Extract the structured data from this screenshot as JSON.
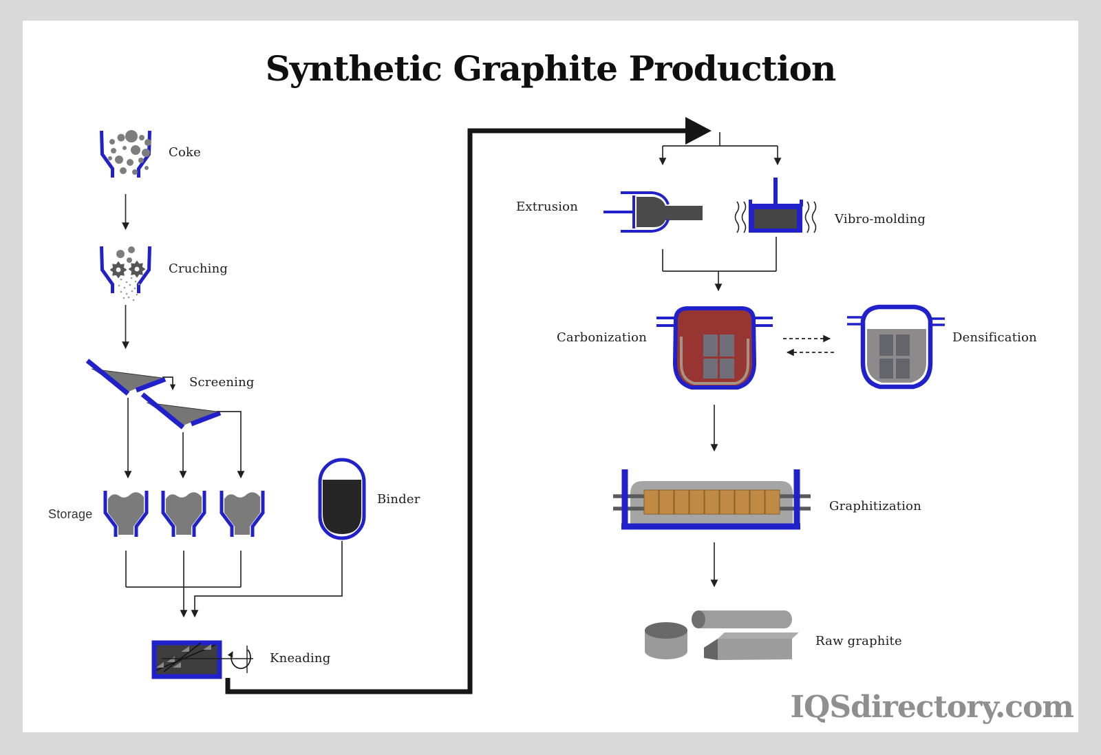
{
  "title": "Synthetic Graphite Production",
  "watermark": "IQSdirectory.com",
  "labels": {
    "coke": "Coke",
    "crushing": "Cruching",
    "screening": "Screening",
    "storage": "Storage",
    "binder": "Binder",
    "kneading": "Kneading",
    "extrusion": "Extrusion",
    "vibro_molding": "Vibro-molding",
    "carbonization": "Carbonization",
    "densification": "Densification",
    "graphitization": "Graphitization",
    "raw_graphite": "Raw graphite"
  },
  "flow_edges": [
    "Coke -> Cruching",
    "Cruching -> Screening",
    "Screening -> Storage (3 bins)",
    "Storage -> Kneading",
    "Binder -> Kneading",
    "Kneading -> Extrusion",
    "Kneading -> Vibro-molding",
    "Extrusion -> Carbonization",
    "Vibro-molding -> Carbonization",
    "Carbonization <-> Densification (dashed)",
    "Carbonization -> Graphitization",
    "Graphitization -> Raw graphite"
  ],
  "colors": {
    "outline_blue": "#2121cb",
    "material_gray": "#7d7d7d",
    "dark_steel_gray": "#4a4a4a",
    "binder_black": "#262626",
    "carbonization_red": "#963531",
    "billet_gray": "#6f6f79",
    "graphitization_block_orange": "#c18a44",
    "furnace_shell_gray": "#a5a5a5",
    "page_background": "#d9d9d9",
    "canvas_white": "#ffffff",
    "watermark_gray": "#8f8f8f"
  }
}
